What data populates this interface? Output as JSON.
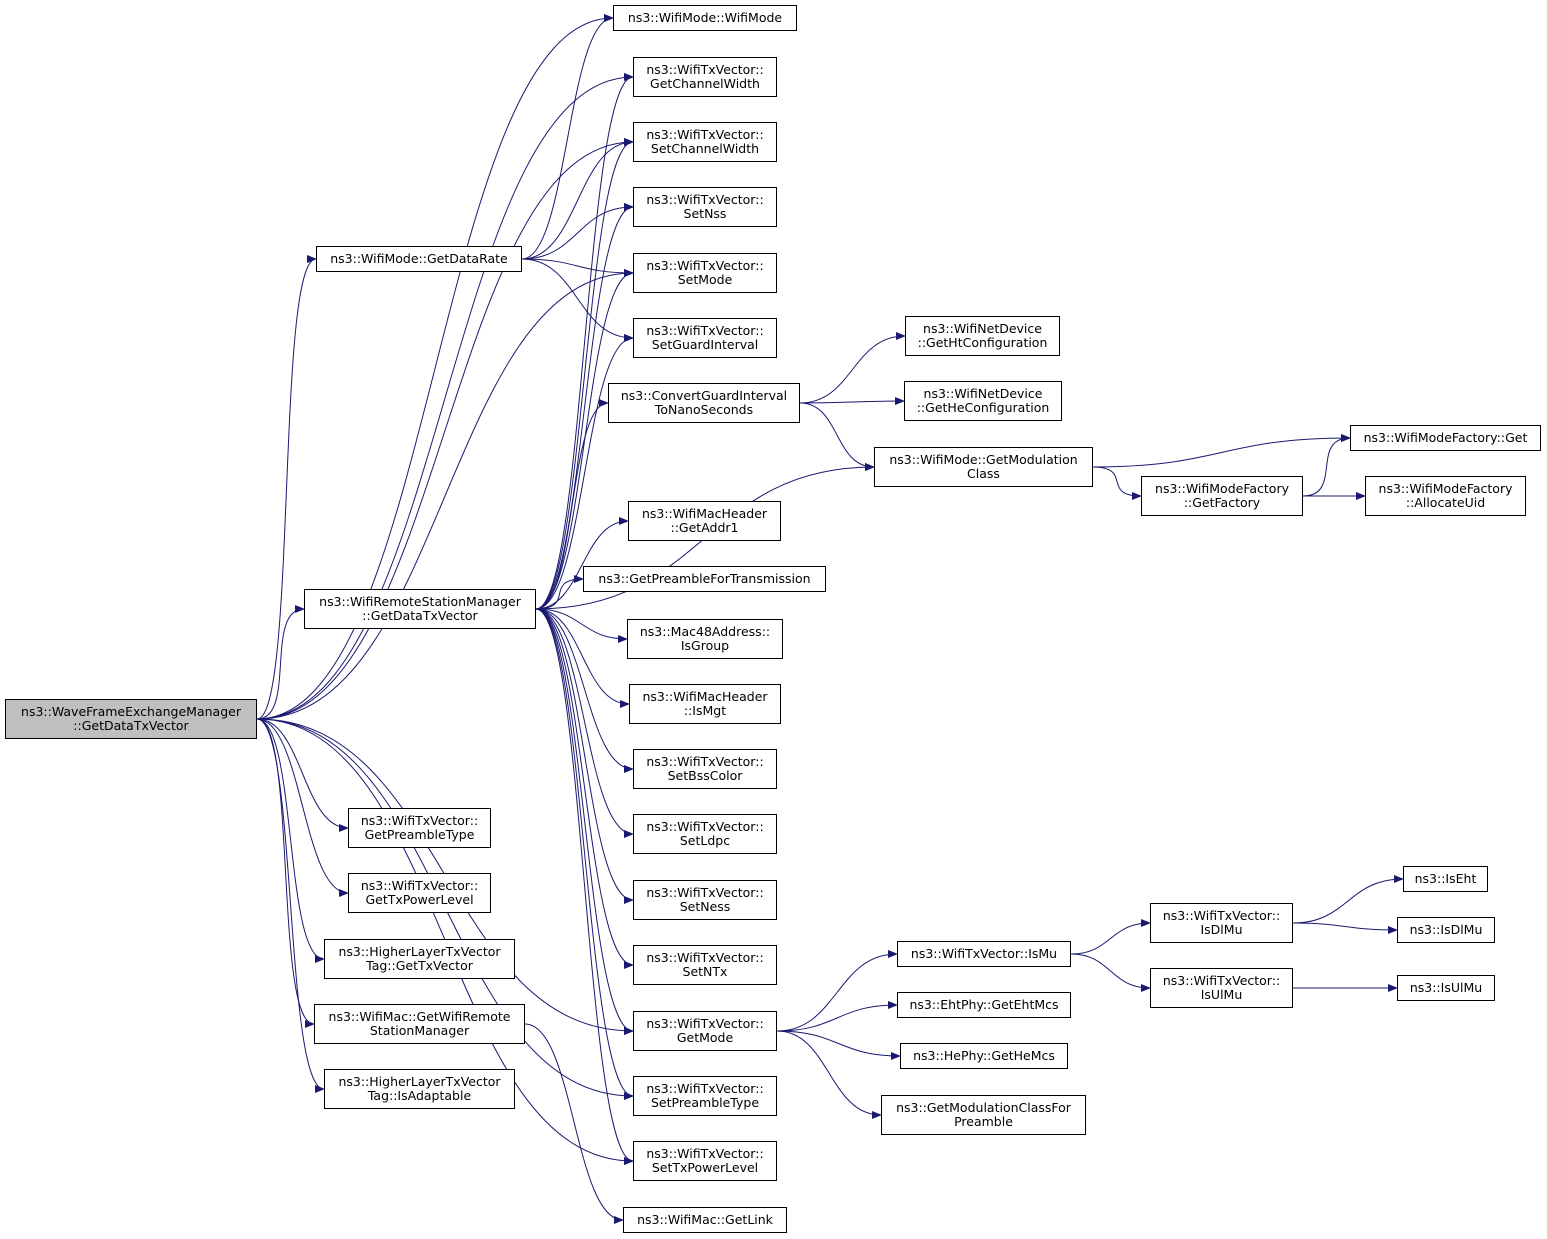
{
  "colors": {
    "edge": "#191970",
    "root_fill": "#bfbfbf",
    "node_fill": "#ffffff",
    "node_border": "#000000"
  },
  "nodes": {
    "root": [
      "ns3::WaveFrameExchangeManager",
      "::GetDataTxVector"
    ],
    "wifimode_ctor": [
      "ns3::WifiMode::WifiMode"
    ],
    "get_channel_width": [
      "ns3::WifiTxVector::",
      "GetChannelWidth"
    ],
    "set_channel_width": [
      "ns3::WifiTxVector::",
      "SetChannelWidth"
    ],
    "set_nss": [
      "ns3::WifiTxVector::",
      "SetNss"
    ],
    "get_data_rate": [
      "ns3::WifiMode::GetDataRate"
    ],
    "set_mode": [
      "ns3::WifiTxVector::",
      "SetMode"
    ],
    "set_guard_interval": [
      "ns3::WifiTxVector::",
      "SetGuardInterval"
    ],
    "get_ht_configuration": [
      "ns3::WifiNetDevice",
      "::GetHtConfiguration"
    ],
    "convert_guard_interval": [
      "ns3::ConvertGuardInterval",
      "ToNanoSeconds"
    ],
    "get_he_configuration": [
      "ns3::WifiNetDevice",
      "::GetHeConfiguration"
    ],
    "get_modulation_class": [
      "ns3::WifiMode::GetModulation",
      "Class"
    ],
    "factory_get": [
      "ns3::WifiModeFactory::Get"
    ],
    "factory_get_factory": [
      "ns3::WifiModeFactory",
      "::GetFactory"
    ],
    "factory_allocate_uid": [
      "ns3::WifiModeFactory",
      "::AllocateUid"
    ],
    "get_addr1": [
      "ns3::WifiMacHeader",
      "::GetAddr1"
    ],
    "get_preamble_for_tx": [
      "ns3::GetPreambleForTransmission"
    ],
    "rsm_get_data_tx_vector": [
      "ns3::WifiRemoteStationManager",
      "::GetDataTxVector"
    ],
    "is_group": [
      "ns3::Mac48Address::",
      "IsGroup"
    ],
    "is_mgt": [
      "ns3::WifiMacHeader",
      "::IsMgt"
    ],
    "set_bss_color": [
      "ns3::WifiTxVector::",
      "SetBssColor"
    ],
    "get_preamble_type": [
      "ns3::WifiTxVector::",
      "GetPreambleType"
    ],
    "set_ldpc": [
      "ns3::WifiTxVector::",
      "SetLdpc"
    ],
    "get_tx_power_level": [
      "ns3::WifiTxVector::",
      "GetTxPowerLevel"
    ],
    "set_ness": [
      "ns3::WifiTxVector::",
      "SetNess"
    ],
    "tag_get_tx_vector": [
      "ns3::HigherLayerTxVector",
      "Tag::GetTxVector"
    ],
    "set_ntx": [
      "ns3::WifiTxVector::",
      "SetNTx"
    ],
    "get_wifi_remote_station_manager": [
      "ns3::WifiMac::GetWifiRemote",
      "StationManager"
    ],
    "get_mode": [
      "ns3::WifiTxVector::",
      "GetMode"
    ],
    "tag_is_adaptable": [
      "ns3::HigherLayerTxVector",
      "Tag::IsAdaptable"
    ],
    "set_preamble_type": [
      "ns3::WifiTxVector::",
      "SetPreambleType"
    ],
    "set_tx_power_level": [
      "ns3::WifiTxVector::",
      "SetTxPowerLevel"
    ],
    "get_link": [
      "ns3::WifiMac::GetLink"
    ],
    "is_mu": [
      "ns3::WifiTxVector::IsMu"
    ],
    "get_eht_mcs": [
      "ns3::EhtPhy::GetEhtMcs"
    ],
    "get_he_mcs": [
      "ns3::HePhy::GetHeMcs"
    ],
    "get_modulation_class_for_preamble": [
      "ns3::GetModulationClassFor",
      "Preamble"
    ],
    "is_dl_mu": [
      "ns3::WifiTxVector::",
      "IsDlMu"
    ],
    "is_ul_mu": [
      "ns3::WifiTxVector::",
      "IsUlMu"
    ],
    "is_eht": [
      "ns3::IsEht"
    ],
    "is_dlmu_fn": [
      "ns3::IsDlMu"
    ],
    "is_ulmu_fn": [
      "ns3::IsUlMu"
    ]
  },
  "edges": [
    [
      "root",
      "wifimode_ctor"
    ],
    [
      "root",
      "get_channel_width"
    ],
    [
      "root",
      "set_channel_width"
    ],
    [
      "root",
      "get_data_rate"
    ],
    [
      "root",
      "set_mode"
    ],
    [
      "root",
      "rsm_get_data_tx_vector"
    ],
    [
      "root",
      "get_mode"
    ],
    [
      "root",
      "set_preamble_type"
    ],
    [
      "root",
      "set_tx_power_level"
    ],
    [
      "root",
      "get_preamble_type"
    ],
    [
      "root",
      "get_tx_power_level"
    ],
    [
      "root",
      "tag_get_tx_vector"
    ],
    [
      "root",
      "get_wifi_remote_station_manager"
    ],
    [
      "root",
      "tag_is_adaptable"
    ],
    [
      "get_data_rate",
      "wifimode_ctor"
    ],
    [
      "get_data_rate",
      "set_channel_width"
    ],
    [
      "get_data_rate",
      "set_nss"
    ],
    [
      "get_data_rate",
      "set_mode"
    ],
    [
      "get_data_rate",
      "set_guard_interval"
    ],
    [
      "rsm_get_data_tx_vector",
      "get_channel_width"
    ],
    [
      "rsm_get_data_tx_vector",
      "set_channel_width"
    ],
    [
      "rsm_get_data_tx_vector",
      "set_nss"
    ],
    [
      "rsm_get_data_tx_vector",
      "set_mode"
    ],
    [
      "rsm_get_data_tx_vector",
      "set_guard_interval"
    ],
    [
      "rsm_get_data_tx_vector",
      "convert_guard_interval"
    ],
    [
      "rsm_get_data_tx_vector",
      "get_modulation_class"
    ],
    [
      "rsm_get_data_tx_vector",
      "get_addr1"
    ],
    [
      "rsm_get_data_tx_vector",
      "get_preamble_for_tx"
    ],
    [
      "rsm_get_data_tx_vector",
      "is_group"
    ],
    [
      "rsm_get_data_tx_vector",
      "is_mgt"
    ],
    [
      "rsm_get_data_tx_vector",
      "set_bss_color"
    ],
    [
      "rsm_get_data_tx_vector",
      "set_ldpc"
    ],
    [
      "rsm_get_data_tx_vector",
      "set_ness"
    ],
    [
      "rsm_get_data_tx_vector",
      "set_ntx"
    ],
    [
      "rsm_get_data_tx_vector",
      "get_mode"
    ],
    [
      "rsm_get_data_tx_vector",
      "set_preamble_type"
    ],
    [
      "rsm_get_data_tx_vector",
      "set_tx_power_level"
    ],
    [
      "convert_guard_interval",
      "get_ht_configuration"
    ],
    [
      "convert_guard_interval",
      "get_he_configuration"
    ],
    [
      "convert_guard_interval",
      "get_modulation_class"
    ],
    [
      "get_modulation_class",
      "factory_get"
    ],
    [
      "get_modulation_class",
      "factory_get_factory"
    ],
    [
      "factory_get_factory",
      "factory_get"
    ],
    [
      "factory_get_factory",
      "factory_allocate_uid"
    ],
    [
      "get_wifi_remote_station_manager",
      "get_link"
    ],
    [
      "get_mode",
      "is_mu"
    ],
    [
      "get_mode",
      "get_eht_mcs"
    ],
    [
      "get_mode",
      "get_he_mcs"
    ],
    [
      "get_mode",
      "get_modulation_class_for_preamble"
    ],
    [
      "is_mu",
      "is_dl_mu"
    ],
    [
      "is_mu",
      "is_ul_mu"
    ],
    [
      "is_dl_mu",
      "is_eht"
    ],
    [
      "is_dl_mu",
      "is_dlmu_fn"
    ],
    [
      "is_ul_mu",
      "is_ulmu_fn"
    ]
  ]
}
